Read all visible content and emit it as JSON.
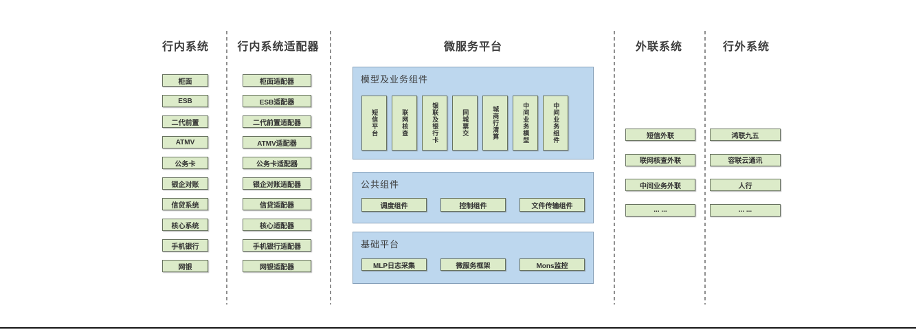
{
  "diagram": {
    "columns": [
      {
        "id": "internal-systems",
        "title": "行内系统",
        "boxes": [
          "柜面",
          "ESB",
          "二代前置",
          "ATMV",
          "公务卡",
          "银企对账",
          "信贷系统",
          "核心系统",
          "手机银行",
          "网银"
        ]
      },
      {
        "id": "internal-system-adapters",
        "title": "行内系统适配器",
        "boxes": [
          "柜面适配器",
          "ESB适配器",
          "二代前置适配器",
          "ATMV适配器",
          "公务卡适配器",
          "银企对账适配器",
          "信贷适配器",
          "核心适配器",
          "手机银行适配器",
          "网银适配器"
        ]
      },
      {
        "id": "external-link-systems",
        "title": "外联系统",
        "boxes": [
          "短信外联",
          "联网核查外联",
          "中间业务外联",
          "... ..."
        ]
      },
      {
        "id": "outside-bank-systems",
        "title": "行外系统",
        "boxes": [
          "鸿联九五",
          "容联云通讯",
          "人行",
          "... ..."
        ]
      }
    ],
    "platform": {
      "title": "微服务平台",
      "sections": [
        {
          "label": "模型及业务组件",
          "orientation": "vertical",
          "boxes": [
            "短信平台",
            "联网核查",
            "银联及银行卡",
            "同城票交",
            "城商行清算",
            "中间业务模型",
            "中间业务组件"
          ]
        },
        {
          "label": "公共组件",
          "orientation": "horizontal",
          "boxes": [
            "调度组件",
            "控制组件",
            "文件传输组件"
          ]
        },
        {
          "label": "基础平台",
          "orientation": "horizontal",
          "boxes": [
            "MLP日志采集",
            "微服务框架",
            "Mons监控"
          ]
        }
      ]
    },
    "colors": {
      "box_fill": "#dcebc9",
      "box_border": "#67725f",
      "panel_fill": "#bdd7ee",
      "panel_border": "#86a0b9",
      "divider": "#8f8f8f",
      "baseline": "#161616",
      "text": "#3c3c3c"
    }
  }
}
